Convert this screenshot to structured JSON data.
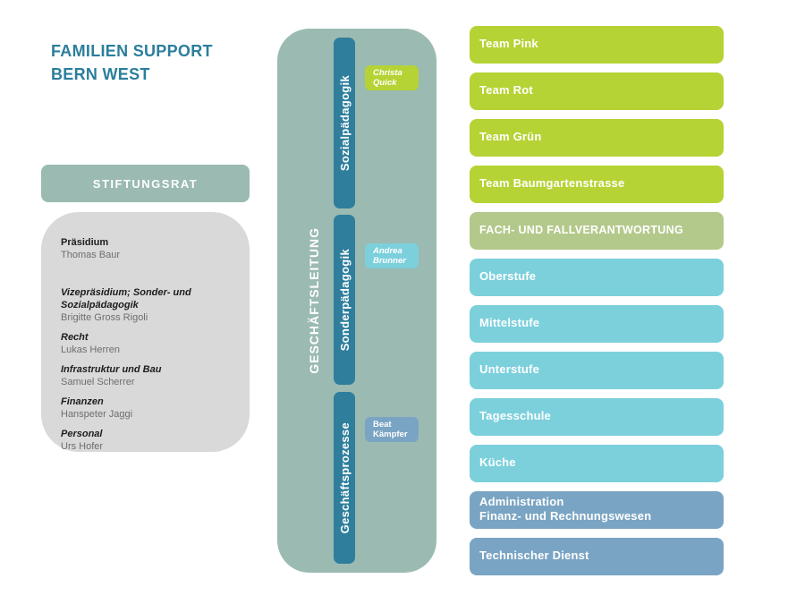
{
  "colors": {
    "sage": "#9bbab2",
    "teal": "#2e7e9c",
    "green": "#b5d334",
    "fach-green": "#b3c98b",
    "cyan": "#7cd0dc",
    "blue": "#7aa4c3",
    "gray": "#d9d9d9",
    "title-text": "#2b7e9c",
    "role-text": "#1d1d1b",
    "name-text": "#6e6e6e"
  },
  "title": {
    "line1": "FAMILIEN SUPPORT",
    "line2": "BERN WEST"
  },
  "stiftungsrat": {
    "header": "STIFTUNGSRAT",
    "members": [
      {
        "role": "Präsidium",
        "name": "Thomas Baur",
        "italic": false
      },
      {
        "role": "Vizepräsidium; Sonder- und Sozialpädagogik",
        "name": "Brigitte Gross Rigoli",
        "italic": true
      },
      {
        "role": "Recht",
        "name": "Lukas Herren",
        "italic": true
      },
      {
        "role": "Infrastruktur und Bau",
        "name": "Samuel Scherrer",
        "italic": true
      },
      {
        "role": "Finanzen",
        "name": "Hanspeter Jaggi",
        "italic": true
      },
      {
        "role": "Personal",
        "name": "Urs Hofer",
        "italic": true
      }
    ]
  },
  "geschaeftsleitung": {
    "label": "GESCHÄFTSLEITUNG",
    "departments": [
      {
        "label": "Sozialpädagogik",
        "lead_first": "Christa",
        "lead_last": "Quick",
        "lead_color": "#b5d334"
      },
      {
        "label": "Sonderpädagogik",
        "lead_first": "Andrea",
        "lead_last": "Brunner",
        "lead_color": "#7cd0dc"
      },
      {
        "label": "Geschäftsprozesse",
        "lead_first": "Beat",
        "lead_last": "Kämpfer",
        "lead_color": "#7aa4c3"
      }
    ]
  },
  "units": [
    {
      "label": "Team Pink",
      "color": "#b5d334"
    },
    {
      "label": "Team Rot",
      "color": "#b5d334"
    },
    {
      "label": "Team Grün",
      "color": "#b5d334"
    },
    {
      "label": "Team Baumgartenstrasse",
      "color": "#b5d334"
    },
    {
      "label": "FACH- UND FALLVERANTWORTUNG",
      "color": "#b3c98b",
      "small": true
    },
    {
      "label": "Oberstufe",
      "color": "#7cd0dc"
    },
    {
      "label": "Mittelstufe",
      "color": "#7cd0dc"
    },
    {
      "label": "Unterstufe",
      "color": "#7cd0dc"
    },
    {
      "label": "Tagesschule",
      "color": "#7cd0dc"
    },
    {
      "label": "Küche",
      "color": "#7cd0dc"
    },
    {
      "label": "Administration",
      "label2": "Finanz- und Rechnungswesen",
      "color": "#7aa4c3"
    },
    {
      "label": "Technischer Dienst",
      "color": "#7aa4c3"
    }
  ]
}
